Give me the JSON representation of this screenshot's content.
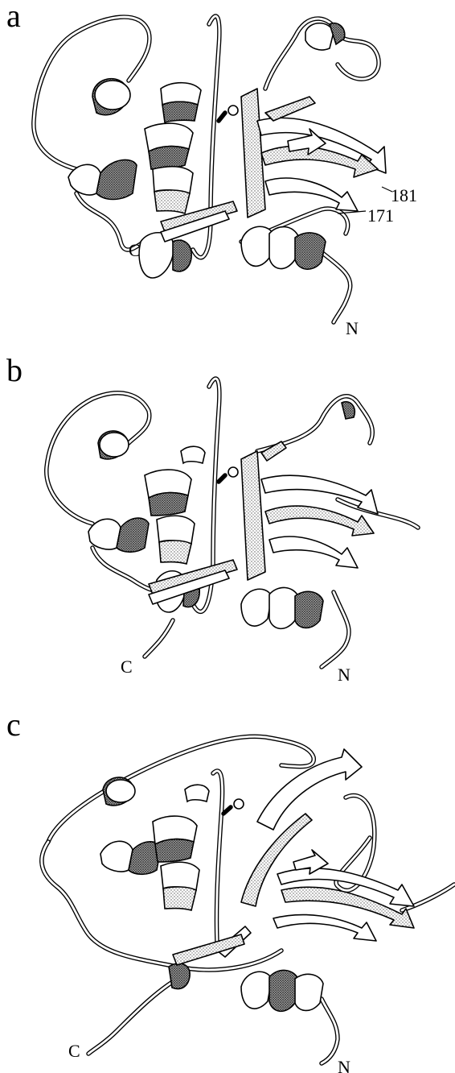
{
  "panels": [
    {
      "letter": "a",
      "n_label": "N",
      "c_label": "C",
      "residue_labels": [
        "181",
        "171"
      ]
    },
    {
      "letter": "b",
      "n_label": "N",
      "c_label": "C"
    },
    {
      "letter": "c",
      "n_label": "N",
      "c_label": "C"
    }
  ]
}
